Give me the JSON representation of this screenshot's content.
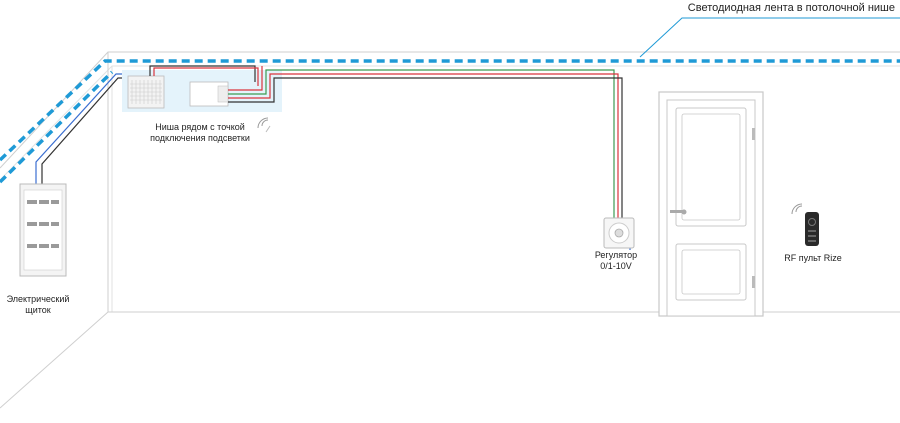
{
  "labels": {
    "led_strip": "Светодиодная лента в потолочной нише",
    "niche_line1": "Ниша рядом с точкой",
    "niche_line2": "подключения подсветки",
    "regulator_line1": "Регулятор",
    "regulator_line2": "0/1-10V",
    "remote": "RF пульт Rize",
    "panel_line1": "Электрический",
    "panel_line2": "щиток"
  },
  "colors": {
    "led_strip": "#1f9ad6",
    "wire_red": "#d9343d",
    "wire_green": "#3c9a52",
    "wire_blue": "#3b6fd1",
    "wire_dark": "#333333",
    "wall_line": "#c9c9c9",
    "niche_fill": "#e4f3fb"
  },
  "icons": {
    "regulator": "dimmer-knob-icon",
    "remote": "rf-remote-icon",
    "signal": "wireless-signal-icon",
    "panel": "electrical-panel-icon",
    "door": "door-icon"
  }
}
